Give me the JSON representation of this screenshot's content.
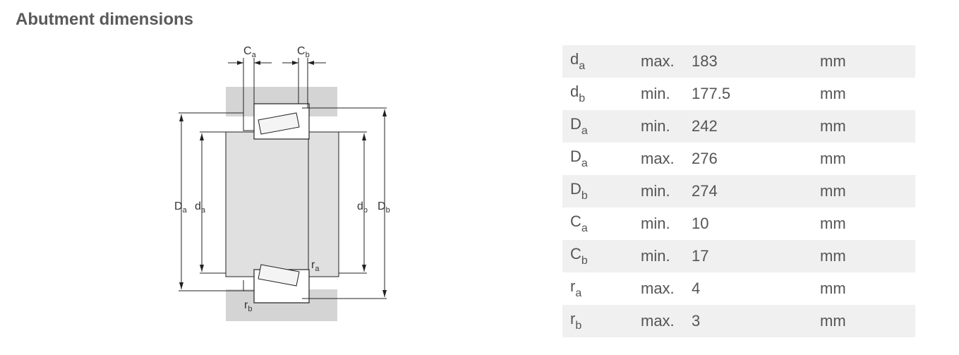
{
  "title": "Abutment dimensions",
  "diagram_labels": {
    "Ca": {
      "main": "C",
      "sub": "a"
    },
    "Cb": {
      "main": "C",
      "sub": "b"
    },
    "Da": {
      "main": "D",
      "sub": "a"
    },
    "da": {
      "main": "d",
      "sub": "a"
    },
    "db": {
      "main": "d",
      "sub": "b"
    },
    "Db": {
      "main": "D",
      "sub": "b"
    },
    "ra": {
      "main": "r",
      "sub": "a"
    },
    "rb": {
      "main": "r",
      "sub": "b"
    }
  },
  "rows": [
    {
      "sym": "d",
      "sub": "a",
      "limit": "max.",
      "value": "183",
      "unit": "mm"
    },
    {
      "sym": "d",
      "sub": "b",
      "limit": "min.",
      "value": "177.5",
      "unit": "mm"
    },
    {
      "sym": "D",
      "sub": "a",
      "limit": "min.",
      "value": "242",
      "unit": "mm"
    },
    {
      "sym": "D",
      "sub": "a",
      "limit": "max.",
      "value": "276",
      "unit": "mm"
    },
    {
      "sym": "D",
      "sub": "b",
      "limit": "min.",
      "value": "274",
      "unit": "mm"
    },
    {
      "sym": "C",
      "sub": "a",
      "limit": "min.",
      "value": "10",
      "unit": "mm"
    },
    {
      "sym": "C",
      "sub": "b",
      "limit": "min.",
      "value": "17",
      "unit": "mm"
    },
    {
      "sym": "r",
      "sub": "a",
      "limit": "max.",
      "value": "4",
      "unit": "mm"
    },
    {
      "sym": "r",
      "sub": "b",
      "limit": "max.",
      "value": "3",
      "unit": "mm"
    }
  ]
}
